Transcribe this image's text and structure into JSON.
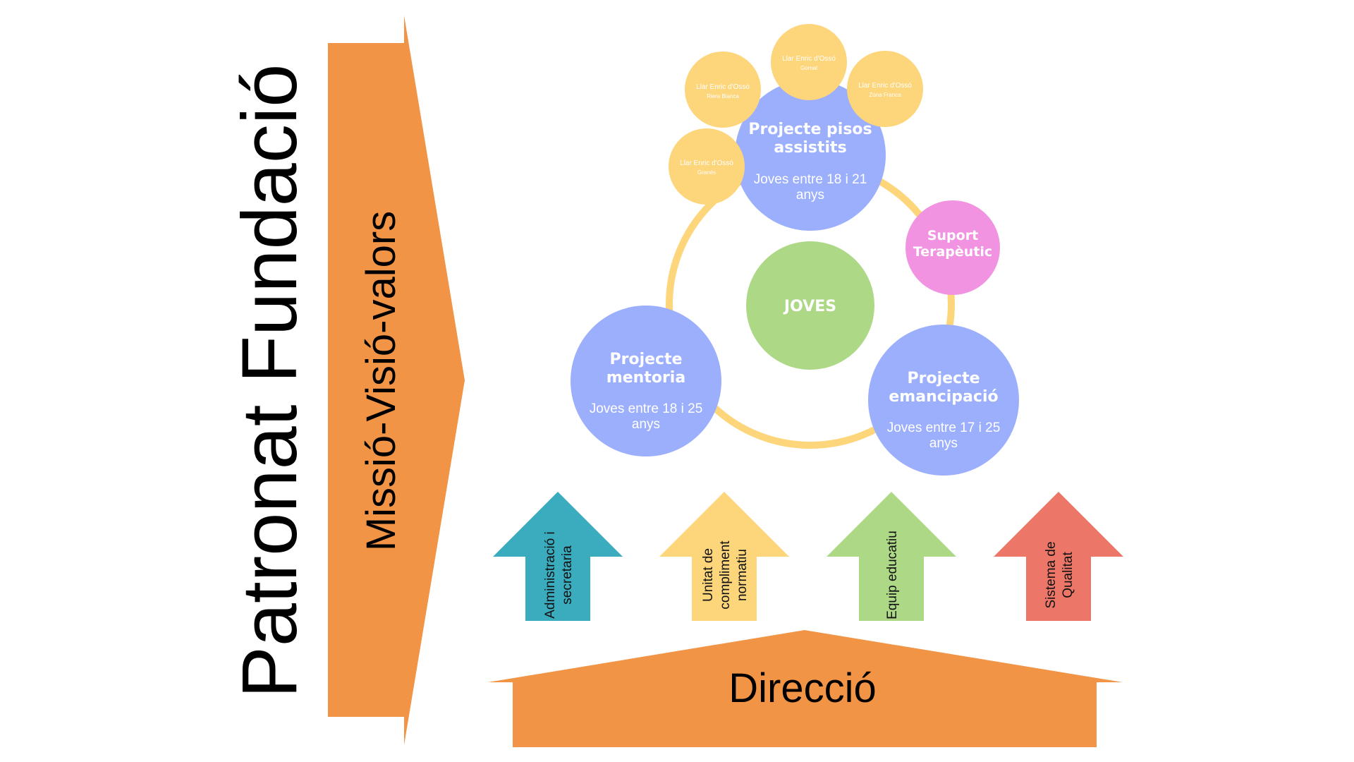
{
  "left": {
    "board_title": "Patronat Fundació",
    "mission_label": "Missió-Visió-valors"
  },
  "center": {
    "core_label": "JOVES",
    "projects": [
      {
        "title_lines": [
          "Projecte pisos",
          "assistits"
        ],
        "subtitle_lines": [
          "Joves entre 18 i 21",
          "anys"
        ]
      },
      {
        "title_lines": [
          "Projecte",
          "mentoria"
        ],
        "subtitle_lines": [
          "Joves entre 18 i 25",
          "anys"
        ]
      },
      {
        "title_lines": [
          "Projecte",
          "emancipació"
        ],
        "subtitle_lines": [
          "Joves entre 17 i 25",
          "anys"
        ]
      }
    ],
    "support": {
      "lines": [
        "Suport",
        "Terapèutic"
      ]
    },
    "homes": [
      {
        "name": "Llar Enric d'Ossó",
        "place": "Riera Blanca"
      },
      {
        "name": "Llar Enric d'Ossó",
        "place": "Gornal"
      },
      {
        "name": "Llar Enric d'Ossó",
        "place": "Zona Franca"
      },
      {
        "name": "Llar Enric d'Ossó",
        "place": "Granés"
      }
    ]
  },
  "pillars": [
    {
      "lines": [
        "Administració i",
        "secretaria"
      ],
      "color": "#3AACBE"
    },
    {
      "lines": [
        "Unitat de",
        "compliment",
        "normatiu"
      ],
      "color": "#FDD57A"
    },
    {
      "lines": [
        "Equip educatiu"
      ],
      "color": "#ADD886"
    },
    {
      "lines": [
        "Sistema de",
        "Qualitat"
      ],
      "color": "#EC7667"
    }
  ],
  "base": {
    "label": "Direcció"
  },
  "colors": {
    "orange": "#F29446",
    "project_blue": "#9CAFFD",
    "core_green": "#ADD886",
    "ring_yellow": "#FDD57A",
    "support_pink": "#F193E1"
  }
}
